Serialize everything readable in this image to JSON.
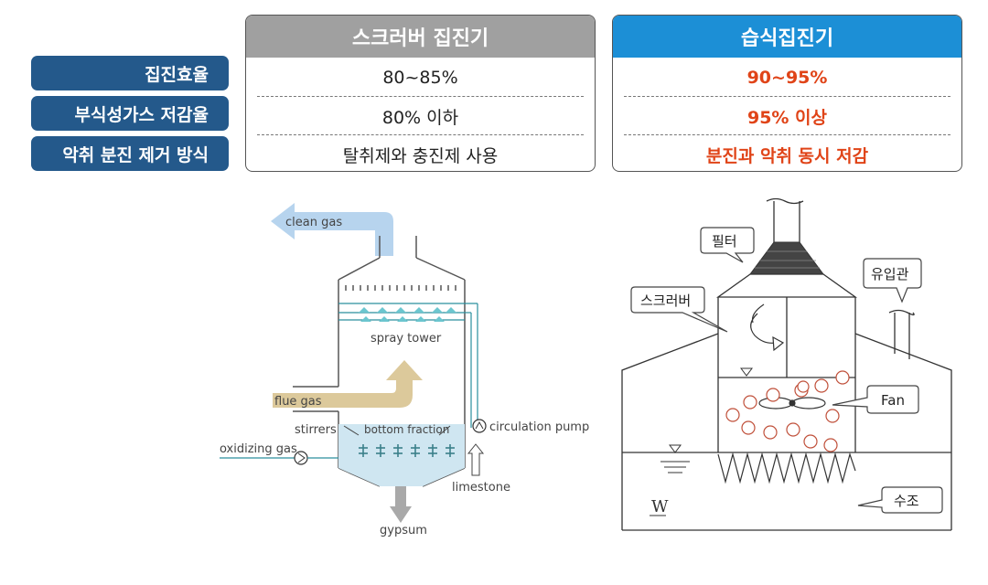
{
  "row_labels": [
    "집진효율",
    "부식성가스 저감율",
    "악취 분진 제거 방식"
  ],
  "scrubber": {
    "title": "스크러버 집진기",
    "values": [
      "80~85%",
      "80% 이하",
      "탈취제와 충진제 사용"
    ]
  },
  "wet": {
    "title": "습식집진기",
    "values": [
      "90~95%",
      "95% 이상",
      "분진과 악취 동시 저감"
    ]
  },
  "left_diagram": {
    "clean_gas": "clean gas",
    "spray_tower": "spray tower",
    "flue_gas": "flue gas",
    "stirrers": "stirrers",
    "bottom_fraction": "bottom fraction",
    "circulation_pump": "circulation pump",
    "oxidizing_gas": "oxidizing gas",
    "limestone": "limestone",
    "gypsum": "gypsum"
  },
  "right_diagram": {
    "filter": "필터",
    "inlet": "유입관",
    "scrubber": "스크러버",
    "fan": "Fan",
    "tank": "수조",
    "water_symbol": "W"
  },
  "colors": {
    "row_label_bg": "#24598b",
    "scrubber_head": "#a0a0a0",
    "wet_head": "#1c8fd6",
    "wet_value": "#e04418"
  }
}
